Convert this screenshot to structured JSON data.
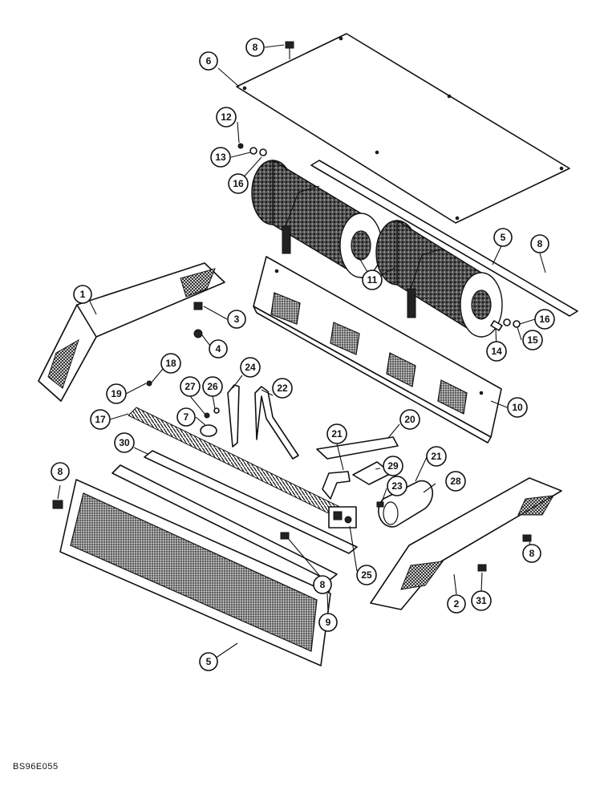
{
  "figure_code": "BS96E055",
  "callouts": [
    {
      "id": "c8a",
      "label": "8"
    },
    {
      "id": "c6",
      "label": "6"
    },
    {
      "id": "c12",
      "label": "12"
    },
    {
      "id": "c13",
      "label": "13"
    },
    {
      "id": "c16a",
      "label": "16"
    },
    {
      "id": "c5a",
      "label": "5"
    },
    {
      "id": "c8b",
      "label": "8"
    },
    {
      "id": "c11",
      "label": "11"
    },
    {
      "id": "c1",
      "label": "1"
    },
    {
      "id": "c3",
      "label": "3"
    },
    {
      "id": "c16b",
      "label": "16"
    },
    {
      "id": "c4",
      "label": "4"
    },
    {
      "id": "c14",
      "label": "14"
    },
    {
      "id": "c15",
      "label": "15"
    },
    {
      "id": "c24",
      "label": "24"
    },
    {
      "id": "c18",
      "label": "18"
    },
    {
      "id": "c27",
      "label": "27"
    },
    {
      "id": "c26",
      "label": "26"
    },
    {
      "id": "c22",
      "label": "22"
    },
    {
      "id": "c10",
      "label": "10"
    },
    {
      "id": "c19",
      "label": "19"
    },
    {
      "id": "c7",
      "label": "7"
    },
    {
      "id": "c20",
      "label": "20"
    },
    {
      "id": "c17",
      "label": "17"
    },
    {
      "id": "c21a",
      "label": "21"
    },
    {
      "id": "c21b",
      "label": "21"
    },
    {
      "id": "c30",
      "label": "30"
    },
    {
      "id": "c29",
      "label": "29"
    },
    {
      "id": "c28",
      "label": "28"
    },
    {
      "id": "c23",
      "label": "23"
    },
    {
      "id": "c8c",
      "label": "8"
    },
    {
      "id": "c8d",
      "label": "8"
    },
    {
      "id": "c25",
      "label": "25"
    },
    {
      "id": "c8e",
      "label": "8"
    },
    {
      "id": "c2",
      "label": "2"
    },
    {
      "id": "c31",
      "label": "31"
    },
    {
      "id": "c9",
      "label": "9"
    },
    {
      "id": "c5b",
      "label": "5"
    }
  ]
}
